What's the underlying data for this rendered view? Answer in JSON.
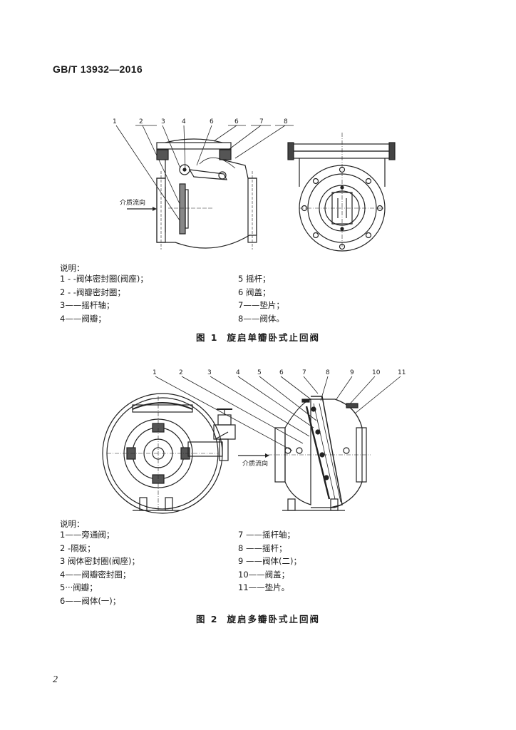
{
  "header": {
    "standard_no": "GB/T 13932—2016"
  },
  "figure1": {
    "callouts": [
      "1",
      "2",
      "3",
      "4",
      "6",
      "6",
      "7",
      "8"
    ],
    "flow_label": "介质流向",
    "legend_title": "说明：",
    "legend_left": [
      "1 - -阀体密封圈(阀座)；",
      "2 - -阀瓣密封圈；",
      "3——摇杆轴；",
      "4——阀瓣；"
    ],
    "legend_right": [
      "5  摇杆；",
      "6  阀盖；",
      "7——垫片；",
      "8——阀体。"
    ],
    "caption_num": "图 1",
    "caption_text": "旋启单瓣卧式止回阀"
  },
  "figure2": {
    "callouts": [
      "1",
      "2",
      "3",
      "4",
      "5",
      "6",
      "7",
      "8",
      "9",
      "10",
      "11"
    ],
    "flow_label": "介质流向",
    "legend_title": "说明：",
    "legend_left": [
      "1——旁通阀；",
      "2  -隔板；",
      "3  阀体密封圈(阀座)；",
      "4——阀瓣密封圈；",
      "5···阀瓣；",
      "6——阀体(一)；"
    ],
    "legend_right": [
      "7 ——摇杆轴；",
      "8 ——摇杆；",
      "9 ——阀体(二)；",
      "10——阀盖；",
      "11——垫片。"
    ],
    "caption_num": "图 2",
    "caption_text": "旋启多瓣卧式止回阀"
  },
  "footer": {
    "page_number": "2"
  }
}
